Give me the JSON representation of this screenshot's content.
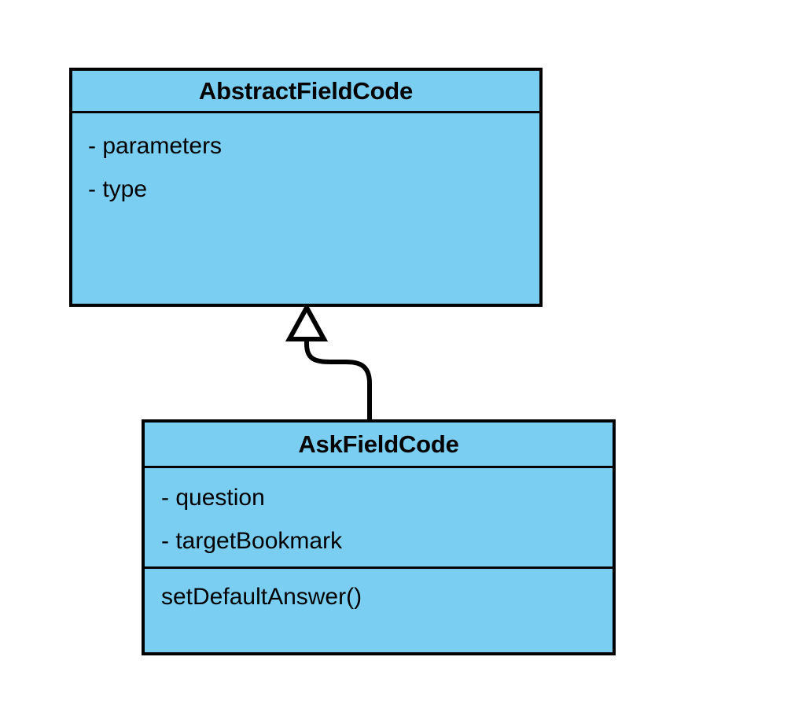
{
  "diagram": {
    "type": "uml-class-diagram",
    "background_color": "#ffffff",
    "classes": [
      {
        "id": "abstractfieldcode",
        "name": "AbstractFieldCode",
        "fill_color": "#79cef2",
        "border_color": "#000000",
        "attributes": [
          "- parameters",
          "- type"
        ],
        "operations": []
      },
      {
        "id": "askfieldcode",
        "name": "AskFieldCode",
        "fill_color": "#79cef2",
        "border_color": "#000000",
        "attributes": [
          "- question",
          "- targetBookmark"
        ],
        "operations": [
          "setDefaultAnswer()"
        ]
      }
    ],
    "relationships": [
      {
        "kind": "generalization",
        "label": "",
        "from": "AskFieldCode",
        "to": "AbstractFieldCode",
        "arrowhead": "hollow-triangle",
        "line_color": "#000000"
      }
    ]
  }
}
